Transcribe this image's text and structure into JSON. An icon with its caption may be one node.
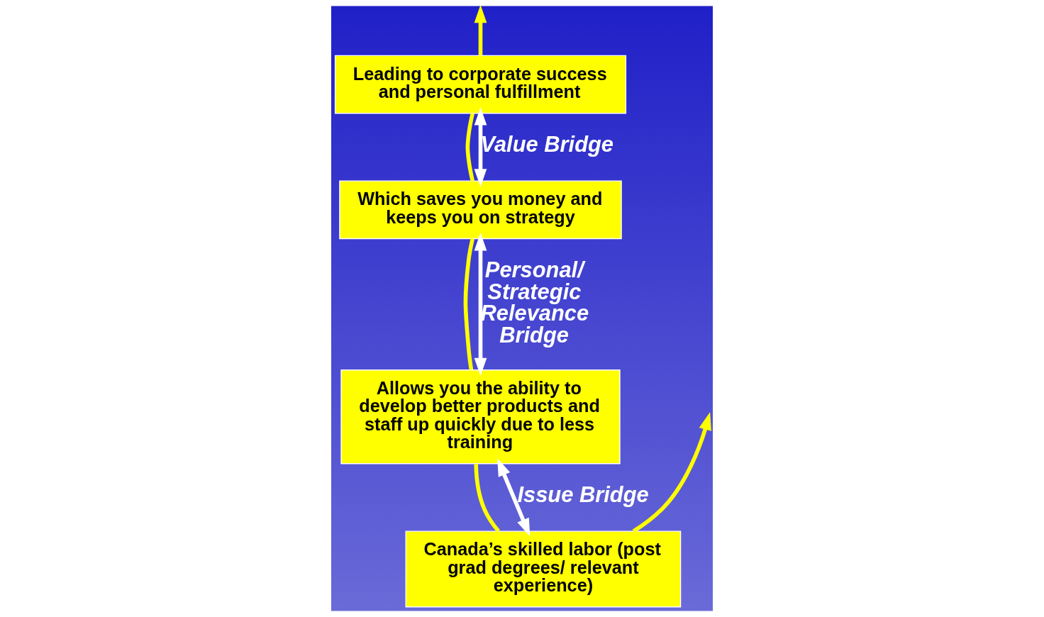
{
  "diagram": {
    "nodes": [
      {
        "text": [
          "Canada’s skilled labor (post grad degrees/ relevant experience)"
        ]
      },
      {
        "text": [
          "Allows you the ability to develop better products and staff up quickly due to less training"
        ]
      },
      {
        "text": [
          "Which saves you money and keeps you on strategy"
        ]
      },
      {
        "text": [
          "Leading to corporate success and personal fulfillment"
        ]
      }
    ],
    "edges": [
      {
        "from": 0,
        "to": null,
        "arrow": "to"
      },
      {
        "from": 0,
        "to": 1,
        "arrow": "none"
      },
      {
        "from": 1,
        "to": 2,
        "arrow": "none"
      },
      {
        "from": 2,
        "to": 3,
        "arrow": "none"
      },
      {
        "from": 3,
        "to": null,
        "arrow": "to"
      },
      {
        "from": 0,
        "to": 1,
        "arrow": "both",
        "label": "Issue Bridge",
        "color": "#ffffff"
      },
      {
        "from": 1,
        "to": 2,
        "arrow": "both",
        "label": "Personal/ Strategic Relevance Bridge",
        "color": "#ffffff"
      },
      {
        "from": 2,
        "to": 3,
        "arrow": "both",
        "label": "Value Bridge",
        "color": "#ffffff"
      }
    ]
  }
}
